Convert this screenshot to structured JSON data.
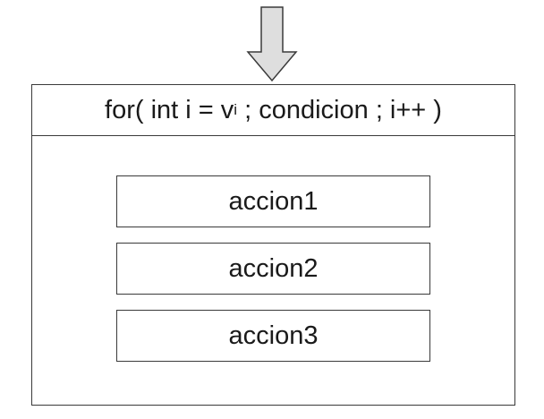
{
  "header": {
    "loop_prefix": "for( int i = v",
    "loop_subscript": "i",
    "loop_suffix": " ; condicion ; i++ )"
  },
  "actions": [
    {
      "label": "accion1"
    },
    {
      "label": "accion2"
    },
    {
      "label": "accion3"
    }
  ],
  "colors": {
    "arrow_fill": "#dedede",
    "stroke": "#3a3a3a",
    "text": "#1a1a1a"
  }
}
